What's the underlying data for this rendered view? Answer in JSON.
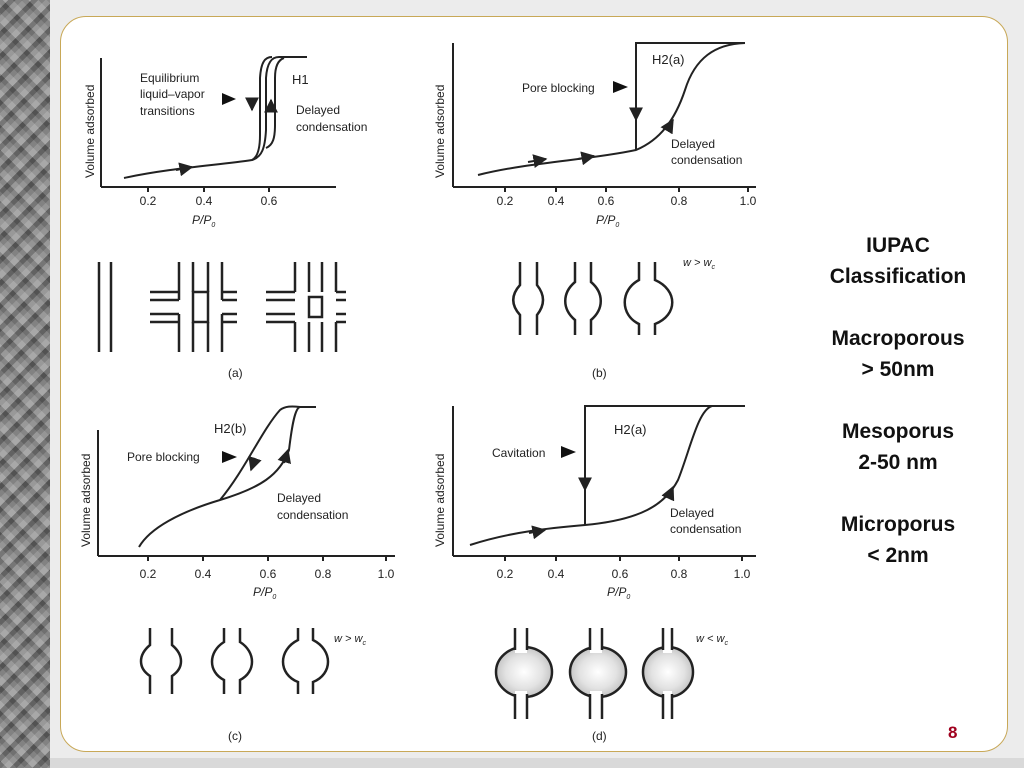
{
  "side_panel": {
    "heading_line1": "IUPAC",
    "heading_line2": "Classification",
    "macro_label": "Macroporous",
    "macro_value": "> 50nm",
    "meso_label": "Mesoporus",
    "meso_value": "2-50 nm",
    "micro_label": "Microporus",
    "micro_value": "< 2nm"
  },
  "page_number": "8",
  "panels": {
    "a": {
      "caption": "(a)",
      "loop_type": "H1",
      "ylabel": "Volume adsorbed",
      "xlabel_main": "P/P",
      "xlabel_sub": "0",
      "xticks": [
        "0.2",
        "0.4",
        "0.6"
      ],
      "annotation_equilibrium_1": "Equilibrium",
      "annotation_equilibrium_2": "liquid–vapor",
      "annotation_equilibrium_3": "transitions",
      "annotation_delayed_1": "Delayed",
      "annotation_delayed_2": "condensation"
    },
    "b": {
      "caption": "(b)",
      "loop_type": "H2(a)",
      "ylabel": "Volume adsorbed",
      "xlabel_main": "P/P",
      "xlabel_sub": "0",
      "xticks": [
        "0.2",
        "0.4",
        "0.6",
        "0.8",
        "1.0"
      ],
      "annotation_blocking": "Pore blocking",
      "annotation_delayed_1": "Delayed",
      "annotation_delayed_2": "condensation",
      "width_condition_main": "w > w",
      "width_condition_sub": "c"
    },
    "c": {
      "caption": "(c)",
      "loop_type": "H2(b)",
      "ylabel": "Volume adsorbed",
      "xlabel_main": "P/P",
      "xlabel_sub": "0",
      "xticks": [
        "0.2",
        "0.4",
        "0.6",
        "0.8",
        "1.0"
      ],
      "annotation_blocking": "Pore blocking",
      "annotation_delayed_1": "Delayed",
      "annotation_delayed_2": "condensation",
      "width_condition_main": "w > w",
      "width_condition_sub": "c"
    },
    "d": {
      "caption": "(d)",
      "loop_type": "H2(a)",
      "ylabel": "Volume adsorbed",
      "xlabel_main": "P/P",
      "xlabel_sub": "0",
      "xticks": [
        "0.2",
        "0.4",
        "0.6",
        "0.8",
        "1.0"
      ],
      "annotation_cavitation": "Cavitation",
      "annotation_delayed_1": "Delayed",
      "annotation_delayed_2": "condensation",
      "width_condition_main": "w < w",
      "width_condition_sub": "c"
    }
  }
}
